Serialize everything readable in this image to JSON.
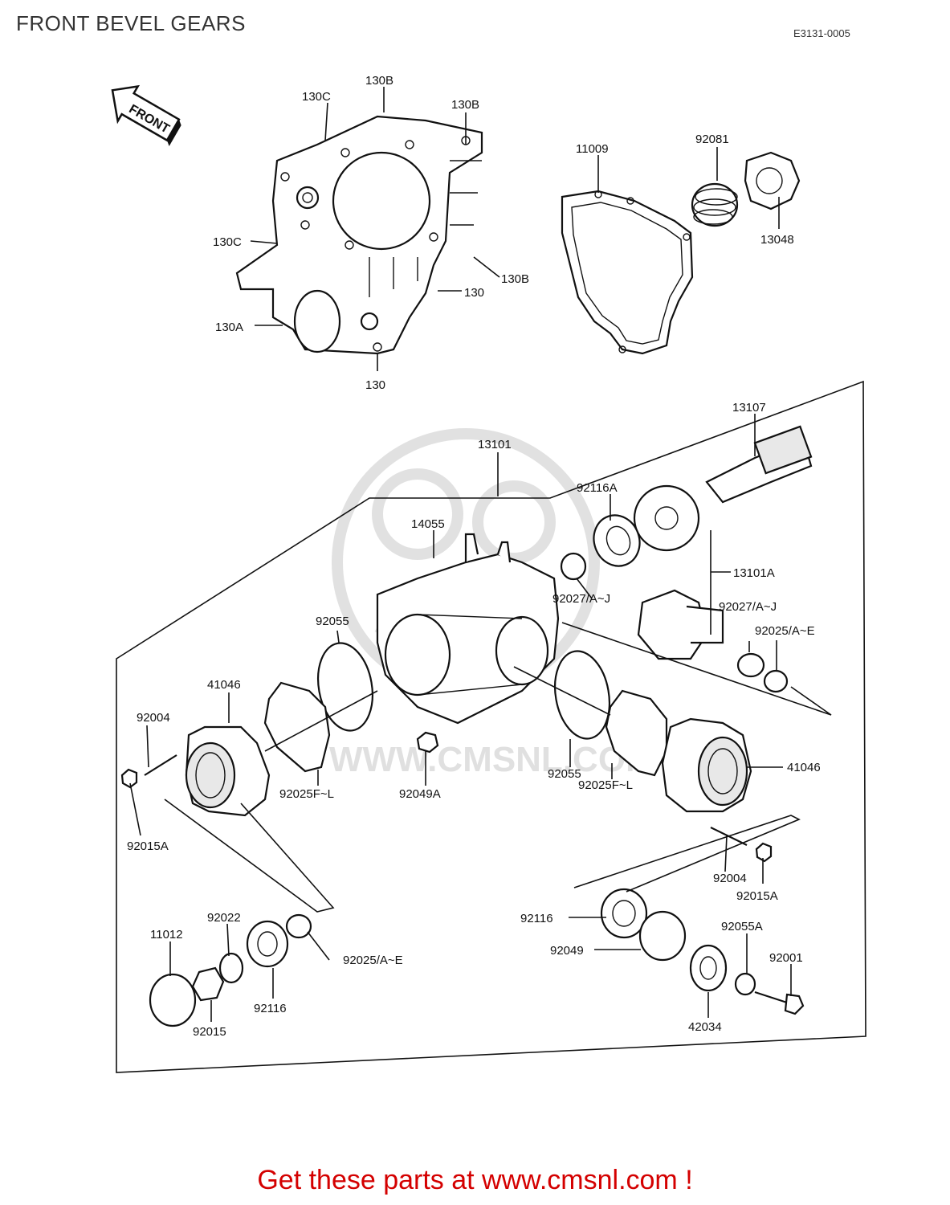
{
  "header": {
    "title": "FRONT BEVEL GEARS",
    "diagram_ref": "E3131-0005"
  },
  "front_arrow_label": "FRONT",
  "watermark_text": "WWW.CMSNL.COM",
  "callouts": {
    "c130B_top": "130B",
    "c130C_top": "130C",
    "c130B_right": "130B",
    "c130C_left": "130C",
    "c130B_lower": "130B",
    "c130_mid": "130",
    "c130A": "130A",
    "c130_bottom": "130",
    "c11009": "11009",
    "c92081": "92081",
    "c13048": "13048",
    "c13107": "13107",
    "c13101": "13101",
    "c92116A": "92116A",
    "c14055": "14055",
    "c13101A": "13101A",
    "c92027_left": "92027/A~J",
    "c92027_right": "92027/A~J",
    "c92025_right": "92025/A~E",
    "c92055_left": "92055",
    "c41046_left": "41046",
    "c92004_left": "92004",
    "c92025F_left": "92025F~L",
    "c92049A": "92049A",
    "c92055_right": "92055",
    "c92025F_right": "92025F~L",
    "c41046_right": "41046",
    "c92015A_left": "92015A",
    "c92004_right": "92004",
    "c92015A_right": "92015A",
    "c92022": "92022",
    "c11012": "11012",
    "c92025_lower": "92025/A~E",
    "c92116_left": "92116",
    "c92015": "92015",
    "c92116_right": "92116",
    "c92049": "92049",
    "c92055A": "92055A",
    "c92001": "92001",
    "c42034": "42034"
  },
  "footer": {
    "link_text": "Get these parts at www.cmsnl.com !"
  }
}
